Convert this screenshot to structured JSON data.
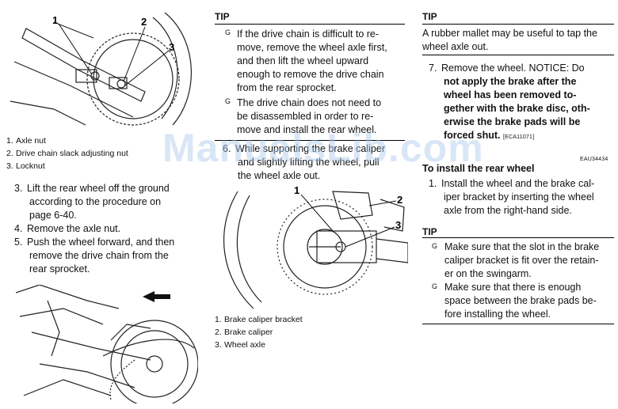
{
  "col1": {
    "fig1_callouts": [
      "1",
      "2",
      "3"
    ],
    "fig1_captions": [
      {
        "num": "1.",
        "text": "Axle nut"
      },
      {
        "num": "2.",
        "text": "Drive chain slack adjusting nut"
      },
      {
        "num": "3.",
        "text": "Locknut"
      }
    ],
    "steps": [
      {
        "num": "3.",
        "lines": [
          "Lift the rear wheel off the ground",
          "according to the procedure on",
          "page 6-40."
        ]
      },
      {
        "num": "4.",
        "lines": [
          "Remove the axle nut."
        ]
      },
      {
        "num": "5.",
        "lines": [
          "Push the wheel forward, and then",
          "remove the drive chain from the",
          "rear sprocket."
        ]
      }
    ]
  },
  "col2": {
    "tip_heading": "TIP",
    "tip_bullets": [
      {
        "marker": "G",
        "lines": [
          "If the drive chain is difficult to re-",
          "move, remove the wheel axle first,",
          "and then lift the wheel upward",
          "enough to remove the drive chain",
          "from the rear sprocket."
        ]
      },
      {
        "marker": "G",
        "lines": [
          "The drive chain does not need to",
          "be disassembled in order to re-",
          "move and install the rear wheel."
        ]
      }
    ],
    "step6": {
      "num": "6.",
      "lines": [
        "While supporting the brake caliper",
        "and slightly lifting the wheel, pull",
        "the wheel axle out."
      ]
    },
    "fig3_callouts": [
      "1",
      "2",
      "3"
    ],
    "fig3_captions": [
      {
        "num": "1.",
        "text": "Brake caliper bracket"
      },
      {
        "num": "2.",
        "text": "Brake caliper"
      },
      {
        "num": "3.",
        "text": "Wheel axle"
      }
    ]
  },
  "col3": {
    "tip1_heading": "TIP",
    "tip1_lines": [
      "A rubber mallet may be useful to tap the",
      "wheel axle out."
    ],
    "step7": {
      "num": "7.",
      "first_line": "Remove the wheel. NOTICE: Do",
      "bold_lines": [
        "not apply the brake after the",
        "wheel has been removed to-",
        "gether with the brake disc, oth-",
        "erwise the brake pads will be",
        "forced shut."
      ],
      "code": "[ECA11071]"
    },
    "section_code": "EAU34434",
    "section_heading": "To install the rear wheel",
    "step1": {
      "num": "1.",
      "lines": [
        "Install the wheel and the brake cal-",
        "iper bracket by inserting the wheel",
        "axle from the right-hand side."
      ]
    },
    "tip2_heading": "TIP",
    "tip2_bullets": [
      {
        "marker": "G",
        "lines": [
          "Make sure that the slot in the brake",
          "caliper bracket is fit over the retain-",
          "er on the swingarm."
        ]
      },
      {
        "marker": "G",
        "lines": [
          "Make sure that there is enough",
          "space between the brake pads be-",
          "fore installing the wheel."
        ]
      }
    ]
  },
  "watermark": "ManualsLib.com"
}
